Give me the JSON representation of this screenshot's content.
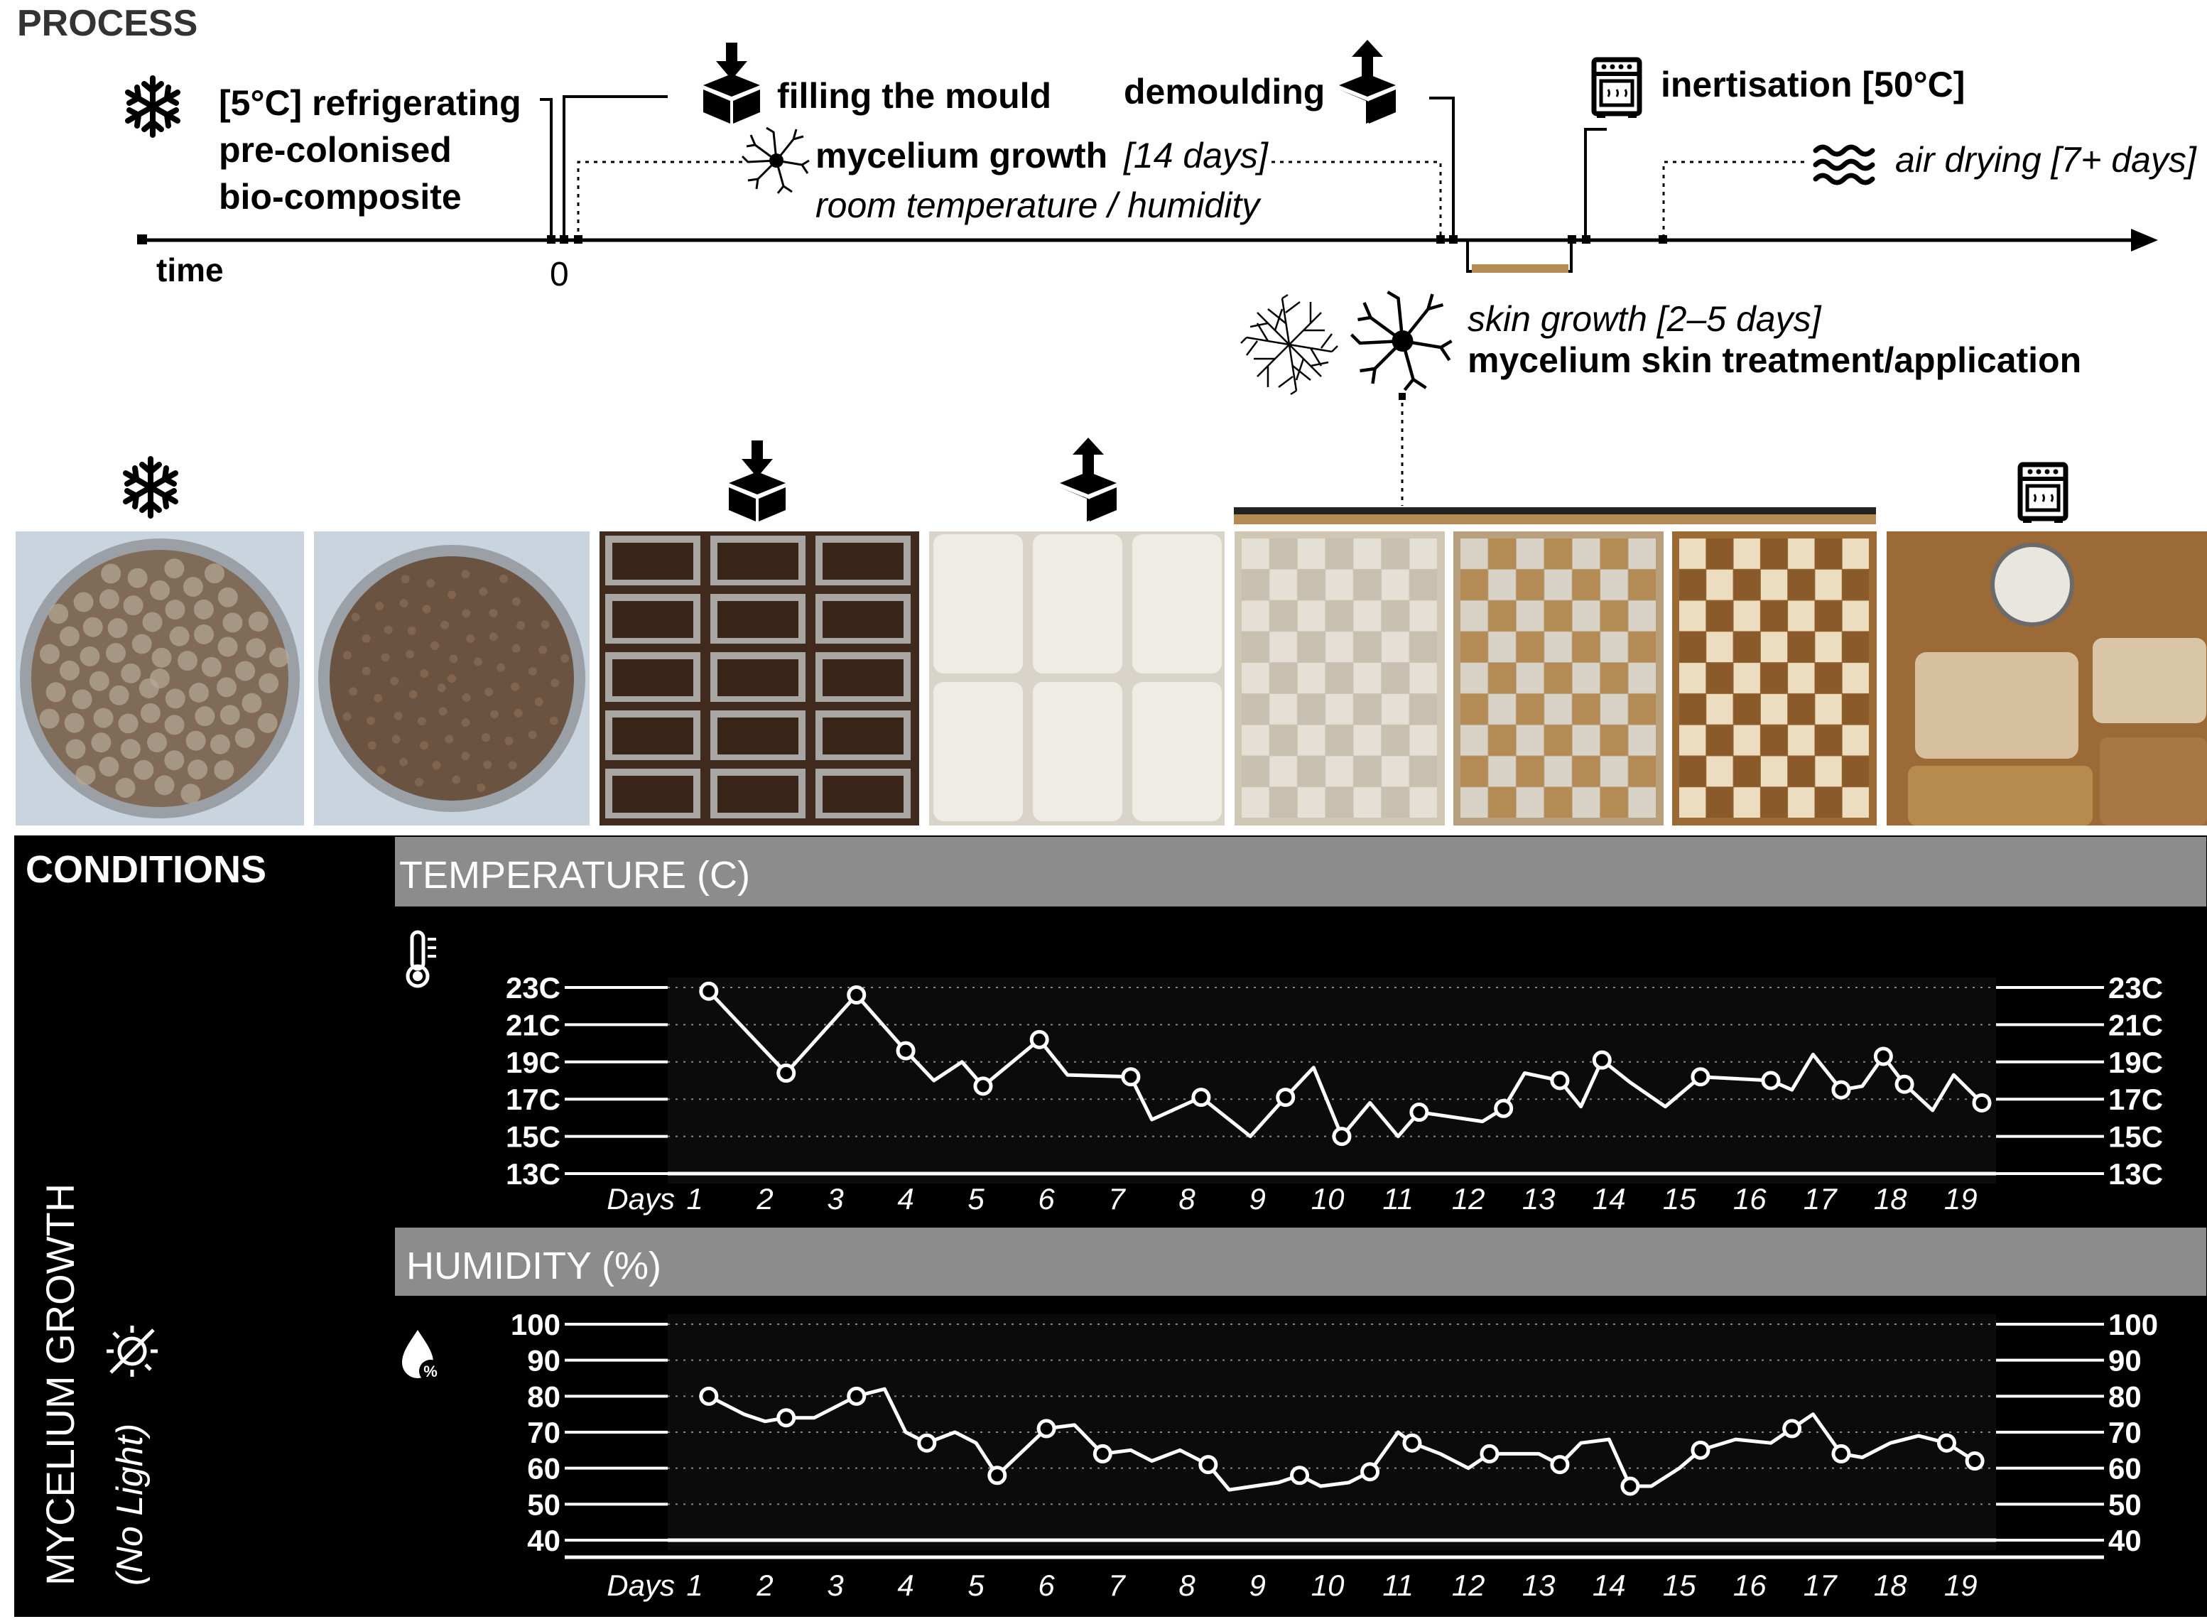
{
  "process": {
    "heading": "PROCESS",
    "time_label": "time",
    "zero_label": "0",
    "steps": {
      "refrigerate": [
        "[5°C] refrigerating",
        "pre-colonised",
        "bio-composite"
      ],
      "filling": "filling the mould",
      "demoulding": "demoulding",
      "growth_main": "mycelium growth",
      "growth_days": "[14 days]",
      "growth_sub": "room temperature / humidity",
      "inertisation": "inertisation [50°C]",
      "air_drying": "air drying [7+ days]",
      "skin_growth": "skin growth [2–5 days]",
      "skin_treatment": "mycelium skin treatment/application"
    },
    "icons": [
      "snowflake-icon",
      "box-down-icon",
      "box-up-icon",
      "mycelium-icon",
      "oven-icon",
      "wind-icon",
      "skin-mycelium-icon"
    ],
    "colors": {
      "skin_bar": "#b58a55"
    }
  },
  "photos": [
    {
      "id": "refrigerated-composite",
      "base": "#7f6b57"
    },
    {
      "id": "broken-composite",
      "base": "#6b5341"
    },
    {
      "id": "filled-moulds",
      "base": "#3f2a1d"
    },
    {
      "id": "demoulded-tiles",
      "base": "#d8d4ca"
    },
    {
      "id": "skin-panel-1",
      "base": "#cfc6b3"
    },
    {
      "id": "skin-panel-2",
      "base": "#b9a07c"
    },
    {
      "id": "skin-panel-3",
      "base": "#9c6a33"
    },
    {
      "id": "oven-drying",
      "base": "#8a5a2b"
    }
  ],
  "conditions": {
    "heading": "CONDITIONS",
    "side_label": "MYCELIUM GROWTH",
    "side_sublabel": "(No Light)"
  },
  "chart_data": [
    {
      "type": "line",
      "title": "TEMPERATURE (C)",
      "xlabel": "Days",
      "x_ticks": [
        "1",
        "2",
        "3",
        "4",
        "5",
        "6",
        "7",
        "8",
        "9",
        "10",
        "11",
        "12",
        "13",
        "14",
        "15",
        "16",
        "17",
        "18",
        "19"
      ],
      "y_ticks": [
        "23C",
        "21C",
        "19C",
        "17C",
        "15C",
        "13C"
      ],
      "ylim": [
        13,
        23
      ],
      "xlim": [
        1,
        19.3
      ],
      "grid": true,
      "x": [
        1.2,
        2.3,
        3.3,
        4.0,
        4.4,
        4.8,
        5.1,
        5.9,
        6.3,
        7.2,
        7.5,
        8.2,
        8.9,
        9.4,
        9.8,
        10.2,
        10.6,
        11.0,
        11.3,
        12.2,
        12.5,
        12.8,
        13.3,
        13.6,
        13.9,
        14.3,
        14.8,
        15.3,
        16.3,
        16.6,
        16.9,
        17.3,
        17.6,
        17.9,
        18.2,
        18.6,
        18.9,
        19.3
      ],
      "y": [
        22.8,
        18.4,
        22.6,
        19.6,
        18.0,
        19.0,
        17.7,
        20.2,
        18.3,
        18.2,
        15.9,
        17.1,
        15.0,
        17.1,
        18.7,
        15.0,
        16.8,
        15.0,
        16.3,
        15.8,
        16.5,
        18.4,
        18.0,
        16.6,
        19.1,
        17.9,
        16.6,
        18.2,
        18.0,
        17.5,
        19.4,
        17.5,
        17.7,
        19.3,
        17.8,
        16.4,
        18.3,
        16.8
      ],
      "markers_at": [
        0,
        1,
        2,
        3,
        6,
        7,
        9,
        11,
        13,
        15,
        18,
        20,
        22,
        24,
        27,
        28,
        31,
        33,
        34,
        37
      ]
    },
    {
      "type": "line",
      "title": "HUMIDITY (%)",
      "xlabel": "Days",
      "x_ticks": [
        "1",
        "2",
        "3",
        "4",
        "5",
        "6",
        "7",
        "8",
        "9",
        "10",
        "11",
        "12",
        "13",
        "14",
        "15",
        "16",
        "17",
        "18",
        "19"
      ],
      "y_ticks": [
        "100",
        "90",
        "80",
        "70",
        "60",
        "50",
        "40"
      ],
      "ylim": [
        40,
        100
      ],
      "xlim": [
        1,
        19.3
      ],
      "grid": true,
      "x": [
        1.2,
        1.7,
        2.0,
        2.3,
        2.7,
        3.3,
        3.7,
        4.0,
        4.3,
        4.7,
        5.0,
        5.3,
        6.0,
        6.4,
        6.8,
        7.2,
        7.5,
        7.9,
        8.3,
        8.6,
        9.3,
        9.6,
        9.9,
        10.3,
        10.6,
        11.0,
        11.2,
        11.6,
        12.0,
        12.3,
        12.7,
        13.0,
        13.3,
        13.6,
        14.0,
        14.3,
        14.6,
        15.0,
        15.3,
        15.8,
        16.3,
        16.6,
        16.9,
        17.3,
        17.6,
        18.0,
        18.4,
        18.8,
        19.2
      ],
      "y": [
        80,
        75,
        73,
        74,
        74,
        80,
        82,
        70,
        67,
        70,
        67,
        58,
        71,
        72,
        64,
        65,
        62,
        65,
        61,
        54,
        56,
        58,
        55,
        56,
        59,
        70,
        67,
        64,
        60,
        64,
        64,
        64,
        61,
        67,
        68,
        55,
        55,
        60,
        65,
        68,
        67,
        71,
        75,
        64,
        63,
        67,
        69,
        67,
        62
      ],
      "markers_at": [
        0,
        3,
        5,
        8,
        11,
        12,
        14,
        18,
        21,
        24,
        26,
        29,
        32,
        35,
        38,
        41,
        43,
        47,
        48
      ]
    }
  ]
}
